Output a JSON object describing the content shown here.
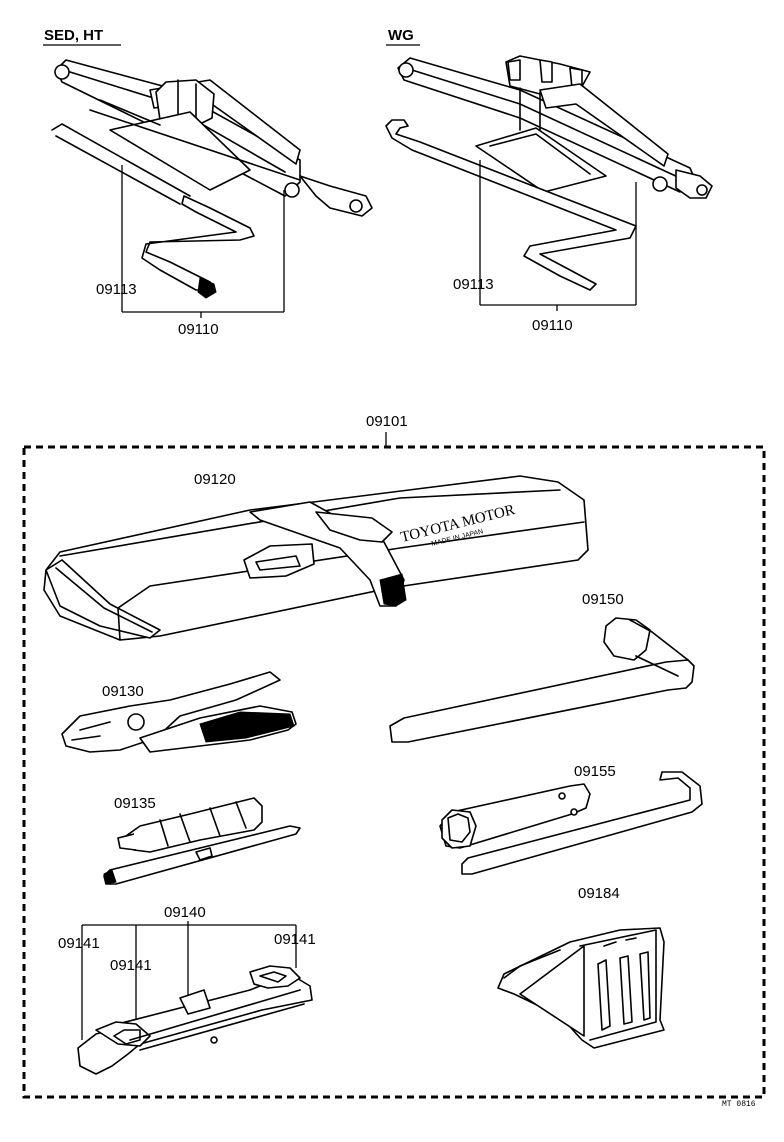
{
  "groups": {
    "sed_ht": "SED, HT",
    "wg": "WG"
  },
  "labels": {
    "jack_left_handle": "09113",
    "jack_left_set": "09110",
    "jack_right_handle": "09113",
    "jack_right_set": "09110",
    "tool_kit": "09101",
    "tool_bag": "09120",
    "wheel_wrench": "09150",
    "pliers": "09130",
    "screwdriver": "09135",
    "plug_wrench": "09155",
    "wrench_set": "09140",
    "wrench_a": "09141",
    "wrench_b": "09141",
    "wrench_c": "09141",
    "chock": "09184"
  },
  "bag_text": {
    "brand": "TOYOTA MOTOR",
    "made_in": "MADE IN JAPAN"
  },
  "footer": {
    "code": "MT 0816"
  }
}
